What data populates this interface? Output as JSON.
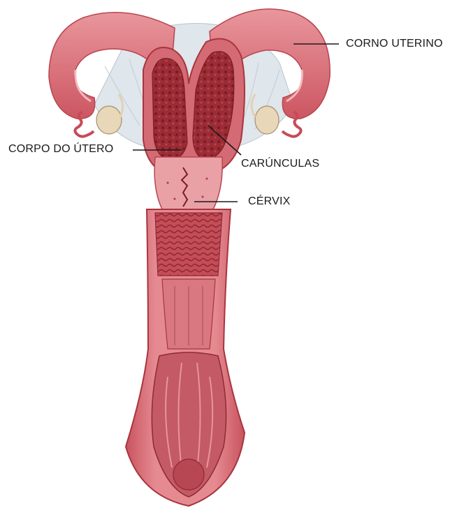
{
  "labels": {
    "corno_uterino": "CORNO UTERINO",
    "corpo_do_utero": "CORPO DO ÚTERO",
    "carunculas": "CARÚNCULAS",
    "cervix": "CÉRVIX"
  },
  "colors": {
    "wall": "#e07a82",
    "wall_dark": "#c55561",
    "mucosa": "#a8343d",
    "lumen": "#8a1f26",
    "ligament": "#dfe6ec",
    "ovary": "#e8d7b8",
    "leader_line": "#1a1a1a"
  }
}
